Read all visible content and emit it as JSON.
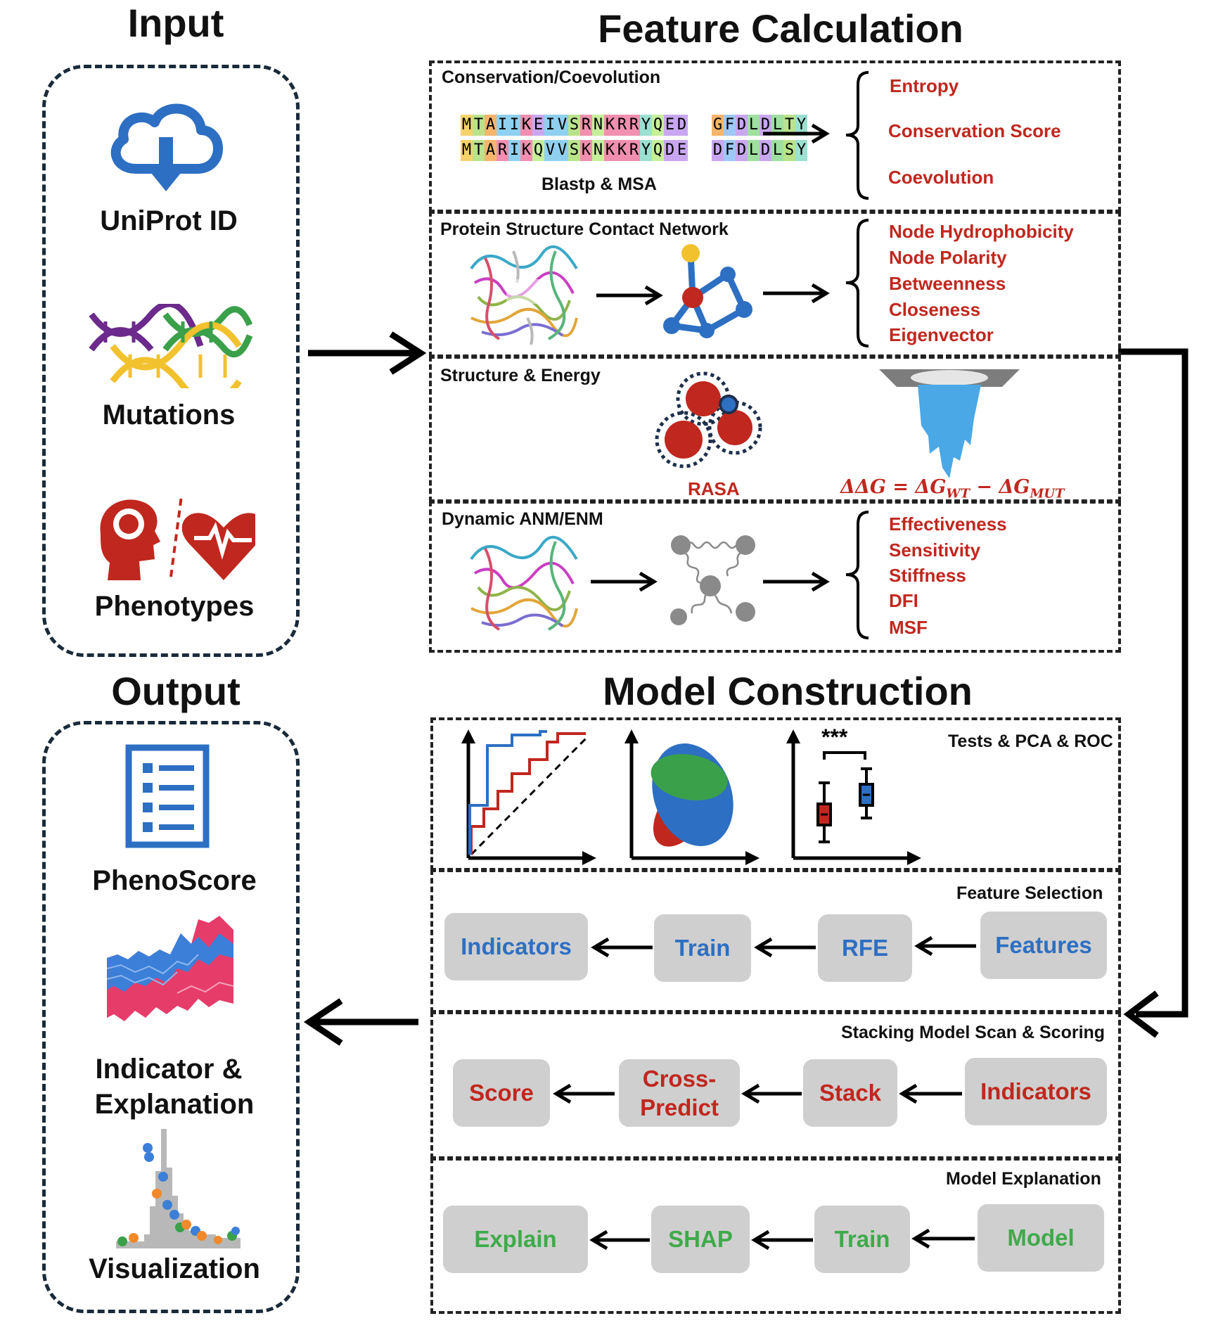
{
  "titles": {
    "input": "Input",
    "feature_calc": "Feature Calculation",
    "output": "Output",
    "model_construction": "Model Construction"
  },
  "input_items": [
    {
      "label": "UniProt ID",
      "icon": "cloud-download-icon"
    },
    {
      "label": "Mutations",
      "icon": "dna-icon"
    },
    {
      "label": "Phenotypes",
      "icon": "brain-heart-icon"
    }
  ],
  "output_items": [
    {
      "label": "PhenoScore",
      "icon": "checklist-icon"
    },
    {
      "label_line1": "Indicator &",
      "label_line2": "Explanation",
      "icon": "stream-chart-icon"
    },
    {
      "label": "Visualization",
      "icon": "scatter-histogram-icon"
    }
  ],
  "feature_sections": {
    "conservation": {
      "title": "Conservation/Coevolution",
      "seq1": "MTAIIKEIVSRNKRRYQED  GFDLDLTY",
      "seq2": "MTARIKQVVSKNKKRYQDE  DFDLDLSY",
      "caption": "Blastp & MSA",
      "outputs": [
        "Entropy",
        "Conservation Score",
        "Coevolution"
      ]
    },
    "network": {
      "title": "Protein Structure Contact Network",
      "outputs": [
        "Node Hydrophobicity",
        "Node Polarity",
        "Betweenness",
        "Closeness",
        "Eigenvector"
      ]
    },
    "structure": {
      "title": "Structure & Energy",
      "rasa_label": "RASA",
      "ddg_formula": "ΔΔG = ΔG_WT − ΔG_MUT"
    },
    "dynamic": {
      "title": "Dynamic ANM/ENM",
      "outputs": [
        "Effectiveness",
        "Sensitivity",
        "Stiffness",
        "DFI",
        "MSF"
      ]
    }
  },
  "model_sections": {
    "tests": {
      "title": "Tests & PCA & ROC",
      "significance": "***"
    },
    "feature_selection": {
      "title": "Feature Selection",
      "steps": [
        "Indicators",
        "Train",
        "RFE",
        "Features"
      ]
    },
    "stacking": {
      "title": "Stacking Model Scan & Scoring",
      "steps": [
        "Score",
        "Cross-\nPredict",
        "Stack",
        "Indicators"
      ],
      "cross_line1": "Cross-",
      "cross_line2": "Predict"
    },
    "explanation": {
      "title": "Model Explanation",
      "steps": [
        "Explain",
        "SHAP",
        "Train",
        "Model"
      ]
    }
  },
  "colors": {
    "red_text": "#c0271e",
    "blue_text": "#2d6fc2",
    "green_text": "#3eaa4a",
    "button_bg": "#cfcfcf"
  }
}
